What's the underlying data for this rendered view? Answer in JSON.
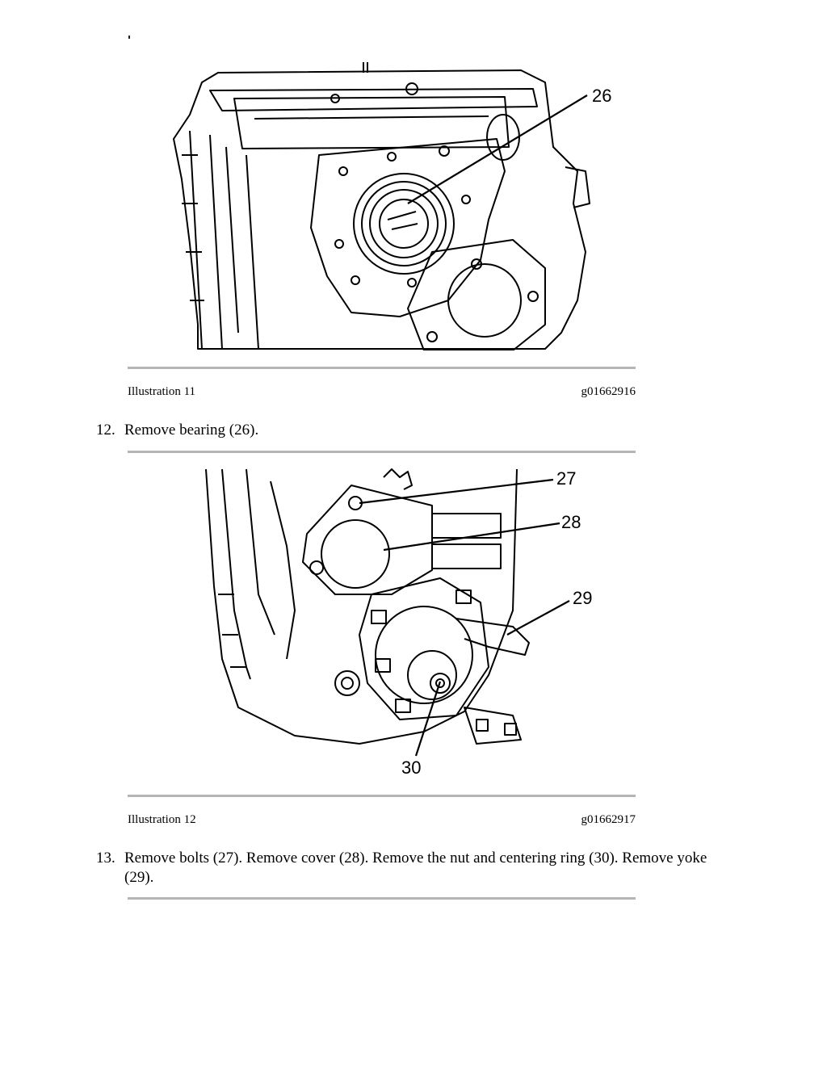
{
  "figures": [
    {
      "caption_label": "Illustration 11",
      "caption_id": "g01662916",
      "callouts": [
        "26"
      ]
    },
    {
      "caption_label": "Illustration 12",
      "caption_id": "g01662917",
      "callouts": [
        "27",
        "28",
        "29",
        "30"
      ]
    }
  ],
  "steps": [
    {
      "number": "12.",
      "text": "Remove bearing (26)."
    },
    {
      "number": "13.",
      "text": "Remove bolts (27). Remove cover (28). Remove the nut and centering ring (30). Remove yoke (29)."
    }
  ]
}
